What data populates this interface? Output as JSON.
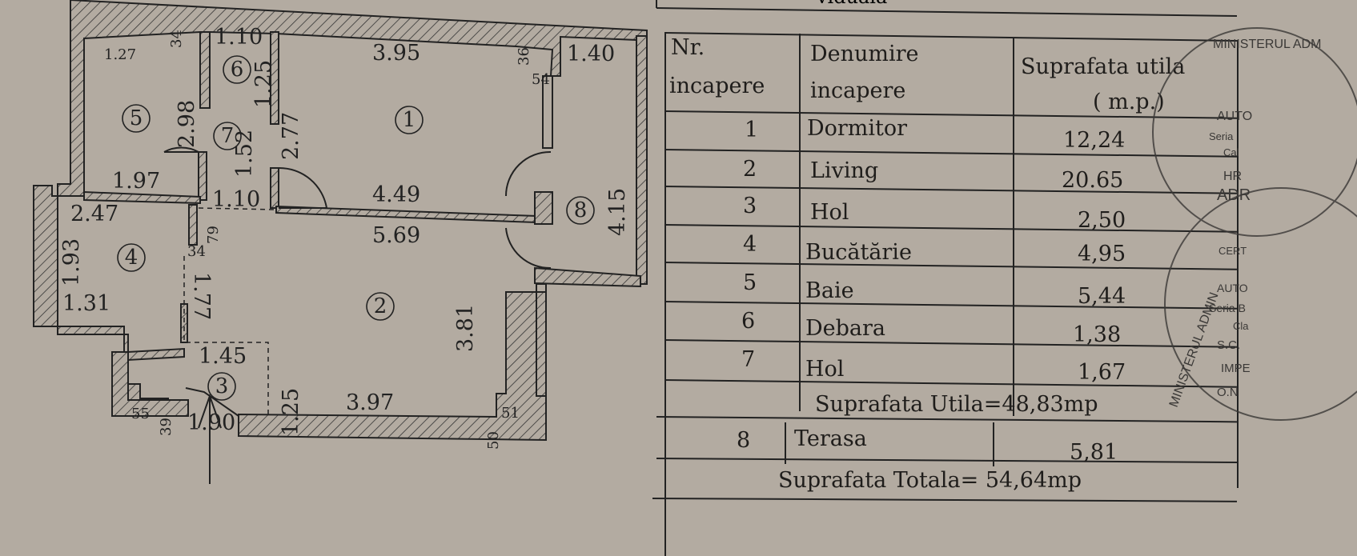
{
  "document": {
    "header_fragment": "viduala"
  },
  "floor_plan": {
    "rooms": [
      {
        "number": "1"
      },
      {
        "number": "2"
      },
      {
        "number": "3"
      },
      {
        "number": "4"
      },
      {
        "number": "5"
      },
      {
        "number": "6"
      },
      {
        "number": "7"
      },
      {
        "number": "8"
      }
    ],
    "dimensions": {
      "r5_top": "1.27",
      "r5_wall": "34",
      "r5_height": "2.98",
      "r5_bottom": "1.97",
      "r6_width": "1.10",
      "r6_height": "1.25",
      "r7_height": "1.52",
      "r7_width": "1.10",
      "r1_top": "3.95",
      "r1_height": "2.77",
      "r1_bottom": "4.49",
      "r1_wall_a": "36",
      "r1_wall_b": "54",
      "r8_width": "1.40",
      "r8_height": "4.15",
      "r4_top": "2.47",
      "r4_height": "1.93",
      "r4_bottom": "1.31",
      "r4_wall_a": "79",
      "r4_wall_b": "34",
      "r4_side": "1.77",
      "r2_top": "5.69",
      "r2_height": "3.81",
      "r2_bottom": "3.97",
      "r2_wall_a": "51",
      "r2_wall_b": "50",
      "r3_top": "1.45",
      "r3_height": "1.25",
      "r3_bottom": "1.90",
      "r3_wall_a": "55",
      "r3_wall_b": "39"
    }
  },
  "table": {
    "headers": {
      "nr": [
        "Nr.",
        "incapere"
      ],
      "name": [
        "Denumire",
        "incapere"
      ],
      "area": [
        "Suprafata utila",
        "( m.p.)"
      ]
    },
    "rows": [
      {
        "nr": "1",
        "name": "Dormitor",
        "area": "12,24"
      },
      {
        "nr": "2",
        "name": "Living",
        "area": "20.65"
      },
      {
        "nr": "3",
        "name": "Hol",
        "area": "2,50"
      },
      {
        "nr": "4",
        "name": "Bucătărie",
        "area": "4,95"
      },
      {
        "nr": "5",
        "name": "Baie",
        "area": "5,44"
      },
      {
        "nr": "6",
        "name": "Debara",
        "area": "1,38"
      },
      {
        "nr": "7",
        "name": "Hol",
        "area": "1,67"
      }
    ],
    "useful_total": "Suprafata Utila=48,83mp",
    "terrace": {
      "nr": "8",
      "name": "Terasa",
      "area": "5,81"
    },
    "grand_total": "Suprafata Totala= 54,64mp"
  },
  "stamps": {
    "upper": "MINISTERUL ADM",
    "lower": "MINISTERUL ADMIN",
    "side_text": [
      "AUTO",
      "Seria",
      "Cal",
      "HR",
      "ADR",
      "CERT",
      "AUTO",
      "Seria B",
      "Cla",
      "S.C.",
      "IMPE",
      "O.N"
    ]
  },
  "colors": {
    "paper": "#b3aba1",
    "ink": "#222222"
  }
}
